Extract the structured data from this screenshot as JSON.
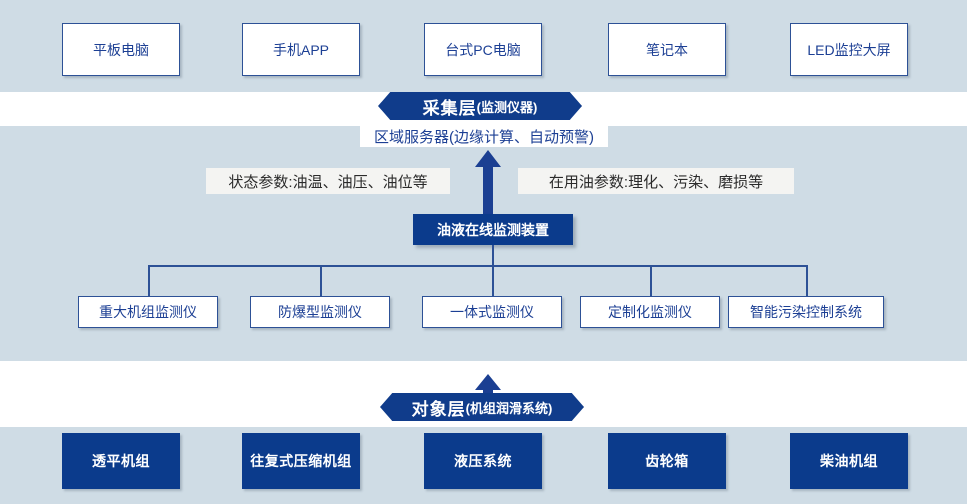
{
  "bands": {
    "top_label": "terminal-display-band",
    "middle_label": "acquisition-layer-band",
    "bottom_label": "object-layer-band"
  },
  "terminals": [
    {
      "label": "平板电脑"
    },
    {
      "label": "手机APP"
    },
    {
      "label": "台式PC电脑"
    },
    {
      "label": "笔记本"
    },
    {
      "label": "LED监控大屏"
    }
  ],
  "acquisition_banner": {
    "title": "采集层",
    "subtitle": "(监测仪器)"
  },
  "edge_server": {
    "label": "区域服务器(边缘计算、自动预警)"
  },
  "parameters": {
    "left": "状态参数:油温、油压、油位等",
    "right": "在用油参数:理化、污染、磨损等"
  },
  "monitor_device": {
    "label": "油液在线监测装置"
  },
  "monitors": [
    {
      "label": "重大机组监测仪"
    },
    {
      "label": "防爆型监测仪"
    },
    {
      "label": "一体式监测仪"
    },
    {
      "label": "定制化监测仪"
    },
    {
      "label": "智能污染控制系统"
    }
  ],
  "object_banner": {
    "title": "对象层",
    "subtitle": "(机组润滑系统)"
  },
  "equipment": [
    {
      "label": "透平机组"
    },
    {
      "label": "往复式压缩机组"
    },
    {
      "label": "液压系统"
    },
    {
      "label": "齿轮箱"
    },
    {
      "label": "柴油机组"
    }
  ],
  "colors": {
    "band": "#cfdce5",
    "navy": "#0b3b8c",
    "banner_navy": "#103c8b",
    "outline_blue": "#2d5196",
    "text_blue": "#1c3f94"
  }
}
